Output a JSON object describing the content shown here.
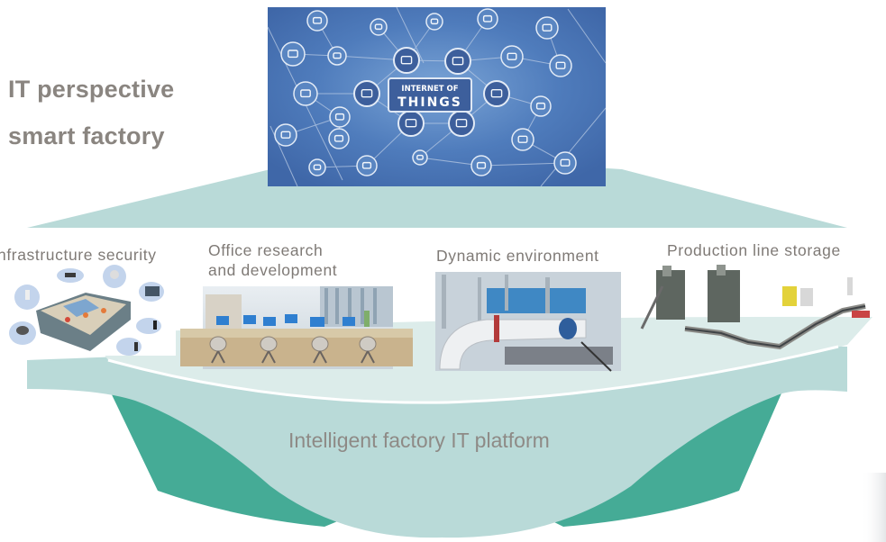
{
  "title": {
    "line1": "IT perspective",
    "line2": "smart factory"
  },
  "iot_panel": {
    "badge_line1": "INTERNET OF",
    "badge_line2": "THINGS",
    "icons": [
      "robot-arm-icon",
      "router-icon",
      "security-camera-icon",
      "fire-hydrant-icon",
      "heart-icon",
      "home-icon",
      "laptop-icon",
      "tablet-icon",
      "printer-icon",
      "tools-icon",
      "industrial-robot-icon",
      "car-icon",
      "monitor-icon",
      "power-plug-icon",
      "gear-icon",
      "ring-icon",
      "snowflake-icon",
      "window-icon",
      "faucet-icon",
      "thermometer-icon",
      "lightbulb-icon",
      "game-controller-icon",
      "cloud-icon",
      "server-icon",
      "people-icon",
      "bottle-icon"
    ]
  },
  "categories": [
    {
      "label": "nfrastructure security",
      "image": "building-security-illustration"
    },
    {
      "label_line1": "Office research",
      "label_line2": "and development",
      "image": "office-workspace-photo"
    },
    {
      "label": "Dynamic environment",
      "image": "industrial-pipes-photo"
    },
    {
      "label": "Production line storage",
      "image": "production-line-conveyor-photo"
    }
  ],
  "platform": {
    "label": "Intelligent factory IT platform"
  },
  "colors": {
    "iot_blue": "#4a75b4",
    "teal_light": "#b9dad8",
    "teal_pale": "#dcecea",
    "teal_dark": "#45ab96",
    "text_gray": "#8a8580"
  }
}
